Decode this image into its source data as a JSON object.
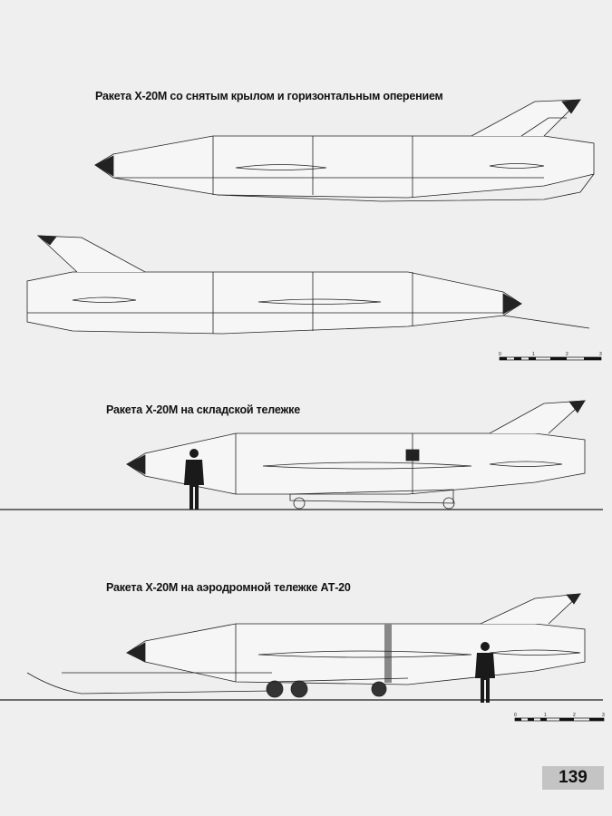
{
  "captions": {
    "view1": "Ракета Х-20М со снятым крылом и горизонтальным оперением",
    "view2": "Ракета Х-20М на складской тележке",
    "view3": "Ракета Х-20М на аэродромной тележке АТ-20"
  },
  "scale_bar": {
    "ticks": [
      "0",
      "1",
      "2",
      "3"
    ]
  },
  "page_number": "139"
}
